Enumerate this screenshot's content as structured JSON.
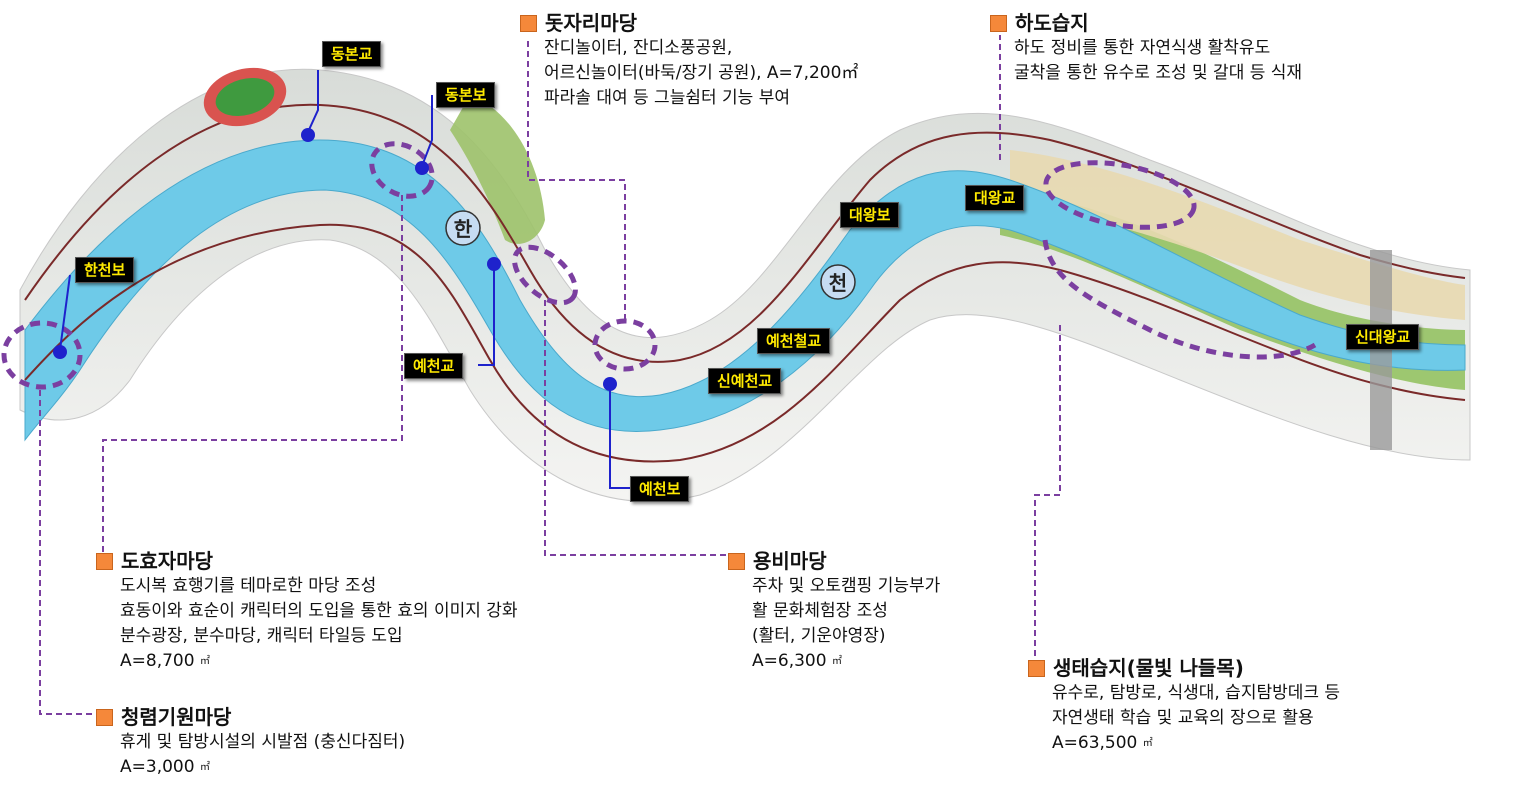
{
  "labels": {
    "hancheonbo": "한천보",
    "dongbongyo": "동본교",
    "dongbonbo": "동본보",
    "yecheongyo": "예천교",
    "yecheonbo": "예천보",
    "daewangbo": "대왕보",
    "daewanggyo": "대왕교",
    "yecheoncheolgyo": "예천철교",
    "sinyecheongyo": "신예천교",
    "sindaewanggyo": "신대왕교"
  },
  "river_name": [
    "한",
    "천"
  ],
  "sections": {
    "dotjari": {
      "title": "돗자리마당",
      "lines": [
        "잔디놀이터, 잔디소풍공원,",
        "어르신놀이터(바둑/장기 공원), A=7,200㎡",
        "파라솔 대여 등 그늘쉼터 기능 부여"
      ]
    },
    "hado": {
      "title": "하도습지",
      "lines": [
        "하도 정비를 통한 자연식생 활착유도",
        "굴착을 통한 유수로 조성 및 갈대 등 식재"
      ]
    },
    "dohyoja": {
      "title": "도효자마당",
      "lines": [
        "도시복 효행기를 테마로한 마당 조성",
        "효동이와 효순이 캐릭터의 도입을 통한 효의 이미지 강화",
        "분수광장, 분수마당, 캐릭터 타일등 도입"
      ],
      "area": "A=8,700",
      "unit": "㎡"
    },
    "yongbi": {
      "title": "용비마당",
      "lines": [
        "주차 및 오토캠핑 기능부가",
        "활 문화체험장 조성",
        "(활터, 기운야영장)"
      ],
      "area": "A=6,300",
      "unit": "㎡"
    },
    "cheongnyeom": {
      "title": "청렴기원마당",
      "lines": [
        "휴게 및 탐방시설의 시발점 (충신다짐터)"
      ],
      "area": "A=3,000",
      "unit": "㎡"
    },
    "saengtae": {
      "title": "생태습지(물빛 나들목)",
      "lines": [
        "유수로, 탐방로, 식생대, 습지탐방데크 등",
        "자연생태 학습 및 교육의 장으로 활용"
      ],
      "area": "A=63,500",
      "unit": "㎡"
    }
  }
}
